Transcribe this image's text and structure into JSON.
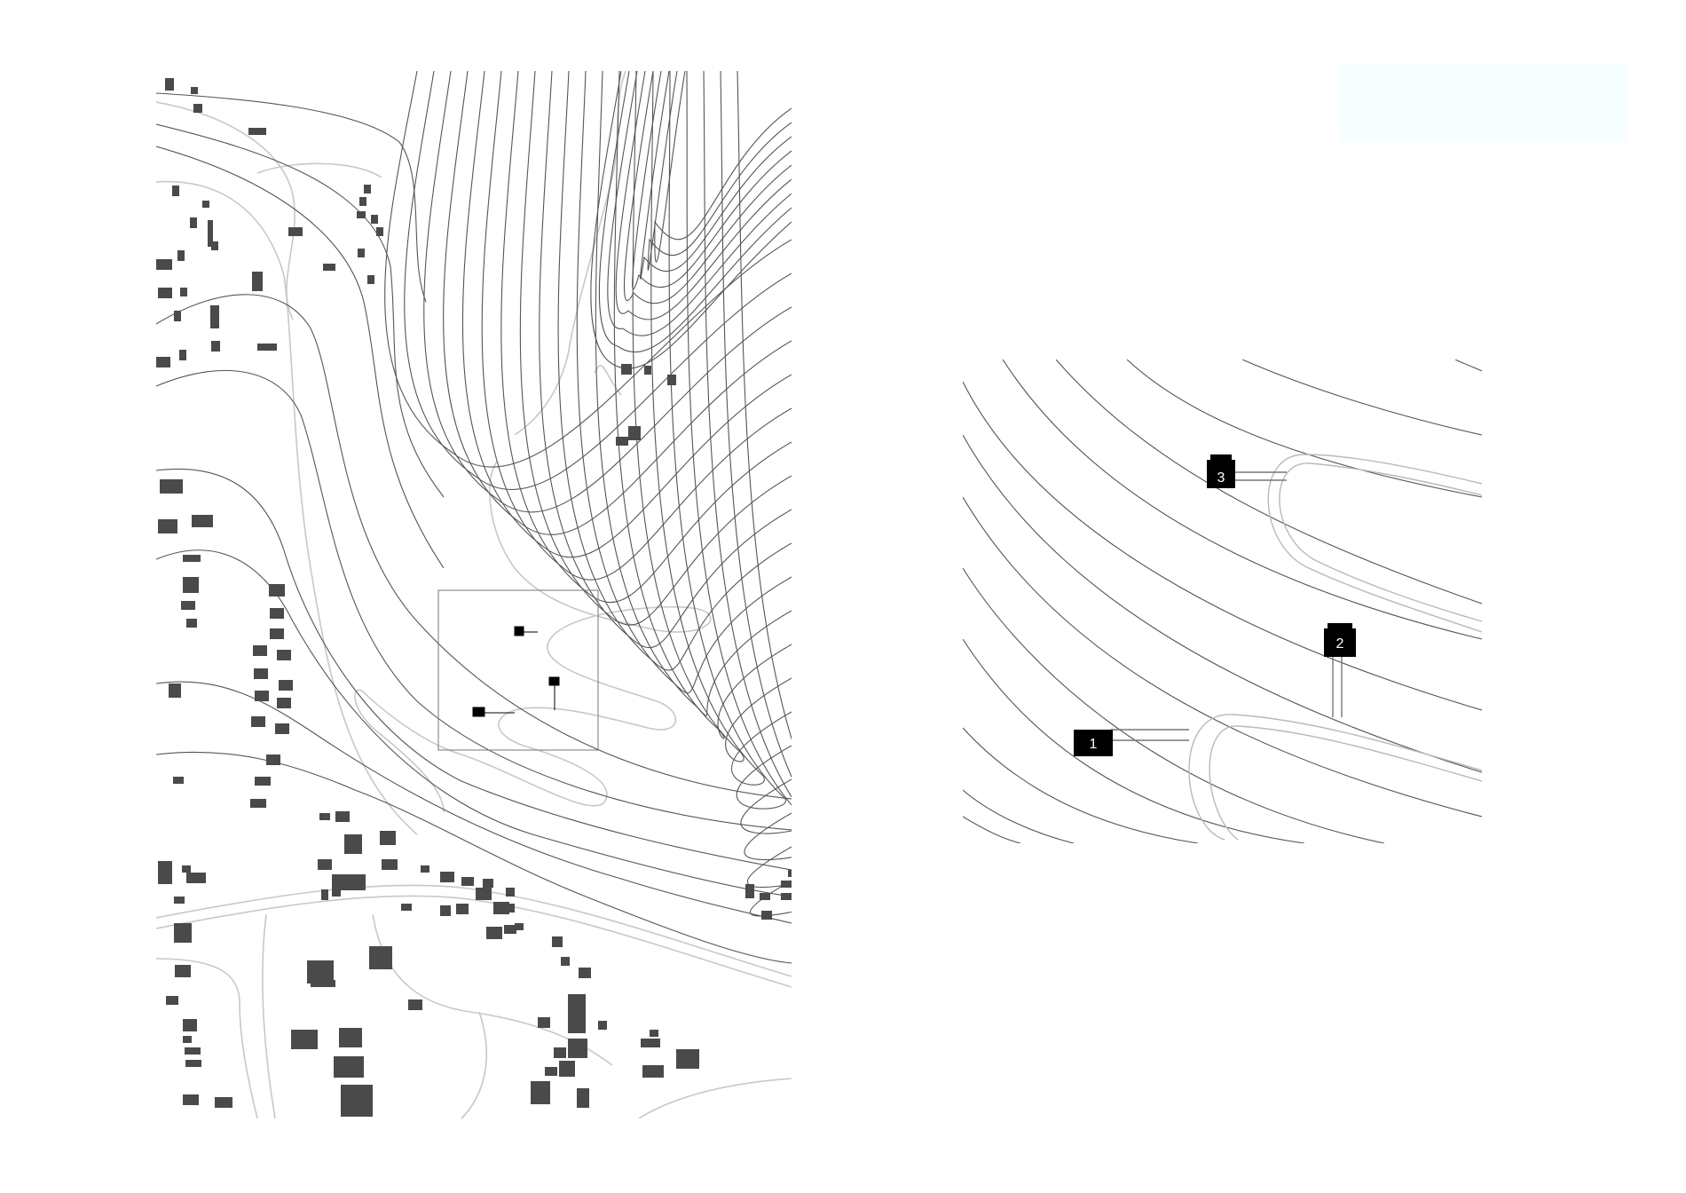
{
  "plan": {
    "colors": {
      "background": "#ffffff",
      "contour": "#555555",
      "road": "#c8c8c8",
      "building": "#4a4a4a",
      "house": "#000000",
      "frame": "#777777",
      "note_box": "#f7feff"
    }
  },
  "detail": {
    "houses": [
      {
        "id": "house-1",
        "label": "1"
      },
      {
        "id": "house-2",
        "label": "2"
      },
      {
        "id": "house-3",
        "label": "3"
      }
    ]
  }
}
